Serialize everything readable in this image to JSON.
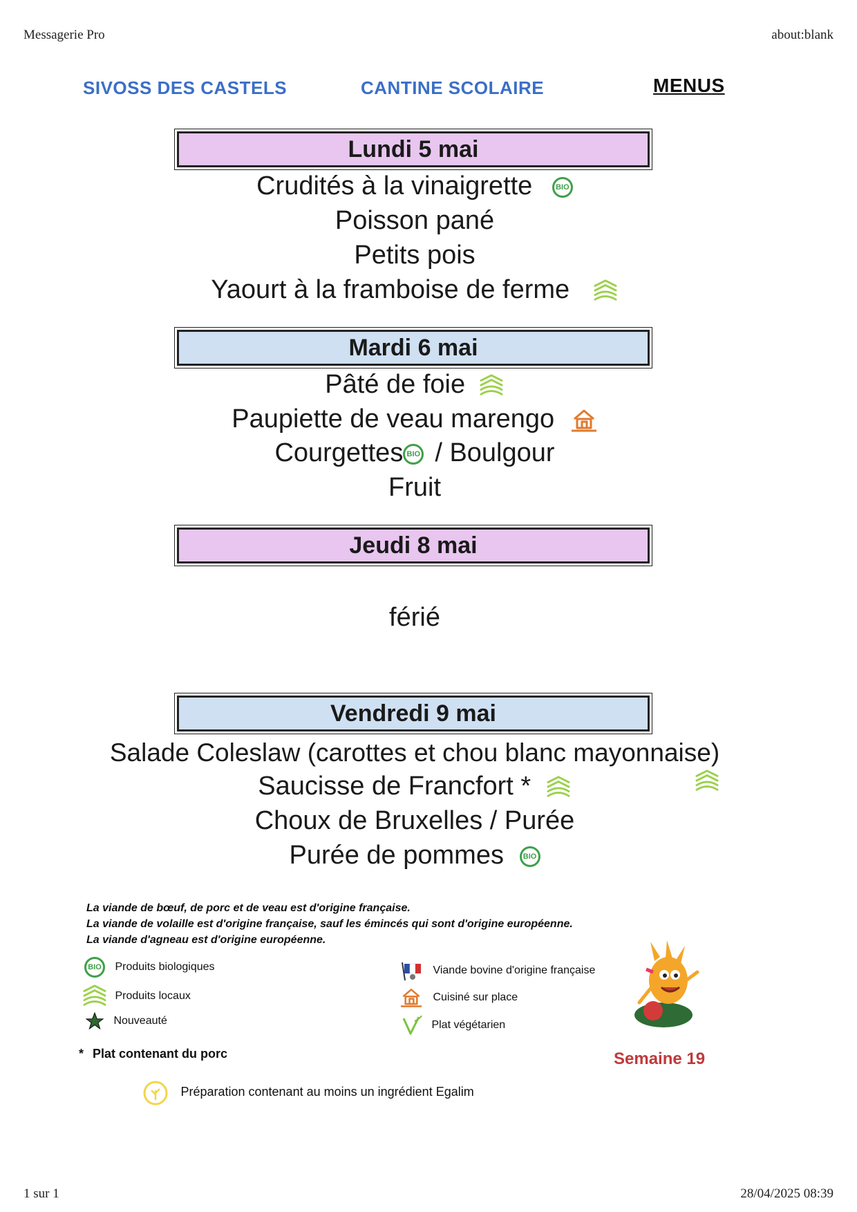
{
  "print_header": {
    "left": "Messagerie Pro",
    "right": "about:blank"
  },
  "header": {
    "org": "SIVOSS  DES  CASTELS",
    "service": "CANTINE SCOLAIRE",
    "title": "MENUS"
  },
  "days": [
    {
      "label": "Lundi 5 mai",
      "dishes": [
        "Crudités à la vinaigrette",
        "Poisson pané",
        "Petits pois",
        "Yaourt à la framboise de ferme"
      ]
    },
    {
      "label": "Mardi 6 mai",
      "dishes": [
        "Pâté de foie",
        "Paupiette de veau marengo",
        "Courgettes",
        "/ Boulgour",
        "Fruit"
      ]
    },
    {
      "label": "Jeudi 8 mai",
      "dishes": [
        "férié"
      ]
    },
    {
      "label": "Vendredi 9 mai",
      "dishes": [
        "Salade Coleslaw (carottes et chou blanc mayonnaise)",
        "Saucisse de Francfort *",
        "Choux de Bruxelles / Purée",
        "Purée de pommes"
      ]
    }
  ],
  "notes": [
    "La viande de bœuf, de porc et de veau est d'origine française.",
    "La viande de volaille est d'origine française, sauf les émincés qui sont d'origine européenne.",
    "La viande d'agneau est d'origine européenne."
  ],
  "legend": {
    "bio": "Produits biologiques",
    "local": "Produits locaux",
    "new": "Nouveauté",
    "beef": "Viande bovine d'origine française",
    "onsite": "Cuisiné sur place",
    "veg": "Plat végétarien",
    "bio_icon_text": "BIO"
  },
  "pork_note": {
    "star": "*",
    "text": "Plat contenant du porc"
  },
  "egalim_note": "Préparation contenant au moins un ingrédient Egalim",
  "week": "Semaine 19",
  "print_footer": {
    "left": "1 sur 1",
    "right": "28/04/2025 08:39"
  },
  "icon_names": [
    "bio-icon",
    "local-product-icon",
    "house-icon",
    "star-icon",
    "flag-icon",
    "vegetarian-icon",
    "leaf-icon",
    "mascot-icon"
  ],
  "colors": {
    "header_blue": "#3b6fc6",
    "pink_band": "#e8c6ef",
    "blue_band": "#cfe0f3",
    "bio_green": "#3fa04a",
    "local_green": "#9bd04a",
    "house_orange": "#e07a2e",
    "week_red": "#c0393b"
  }
}
